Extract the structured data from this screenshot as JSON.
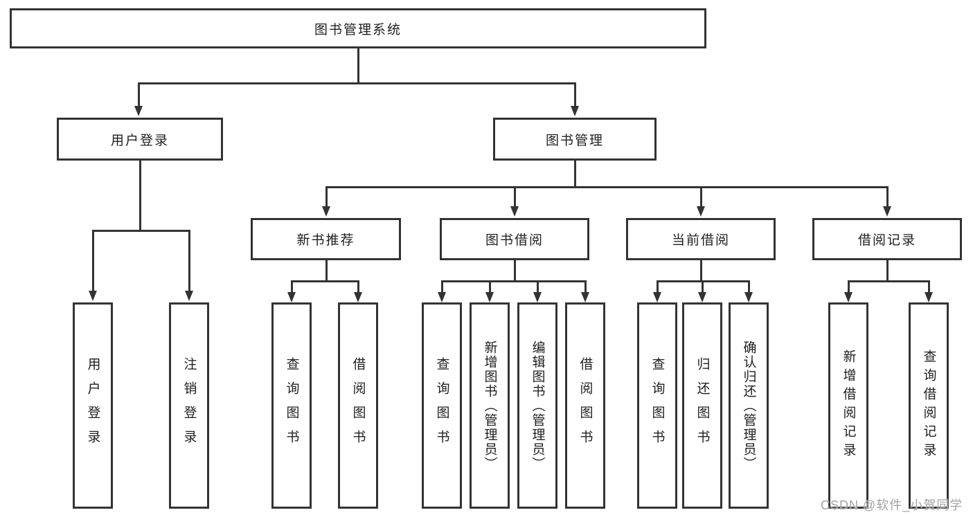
{
  "title": "图书管理系统",
  "tree": {
    "root": "图书管理系统",
    "level2": {
      "user_login": "用户登录",
      "book_mgmt": "图书管理"
    },
    "level3": {
      "new_book": "新书推荐",
      "book_borrow": "图书借阅",
      "current_borrow": "当前借阅",
      "borrow_record": "借阅记录"
    },
    "leaves": {
      "user_login": [
        "用户登录",
        "注销登录"
      ],
      "new_book": [
        "查询图书",
        "借阅图书"
      ],
      "book_borrow": [
        "查询图书",
        "新增图书（管理员）",
        "编辑图书（管理员）",
        "借阅图书"
      ],
      "current_borrow": [
        "查询图书",
        "归还图书",
        "确认归还（管理员）"
      ],
      "borrow_record": [
        "新增借阅记录",
        "查询借阅记录"
      ]
    }
  },
  "watermark": "CSDN @软件_小贺同学",
  "colors": {
    "line": "#333333",
    "text": "#1f1f1f",
    "watermark": "#a3a3a3",
    "background": "#ffffff"
  }
}
